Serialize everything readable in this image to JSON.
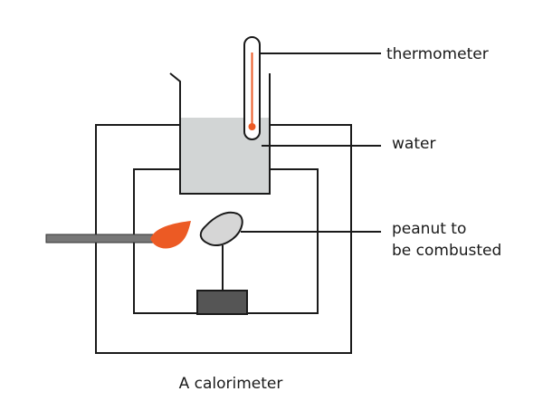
{
  "diagram": {
    "labels": {
      "thermometer": "thermometer",
      "water": "water",
      "peanut_line1": "peanut to",
      "peanut_line2": "be combusted"
    },
    "caption": "A calorimeter"
  },
  "colors": {
    "outline": "#1a1a1a",
    "water": "#d2d5d5",
    "flame": "#ec5a24",
    "peanut": "#d6d6d6",
    "rod": "#777777",
    "base": "#555555"
  }
}
